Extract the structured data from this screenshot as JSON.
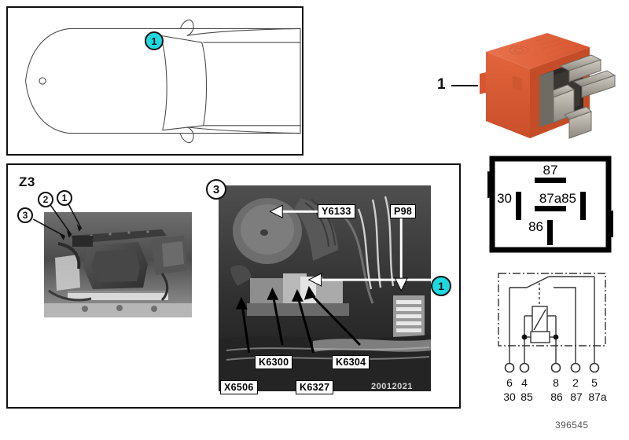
{
  "document": {
    "reference_number": "396545",
    "model_code": "Z3"
  },
  "car_panel": {
    "name": "vehicle-top-view",
    "callout": "1"
  },
  "location_panel": {
    "model_label": "Z3",
    "bay_callouts": [
      "1",
      "2",
      "3"
    ],
    "detail_badge": "3",
    "detail_callout": "1",
    "component_tags": [
      {
        "id": "Y6133"
      },
      {
        "id": "P98"
      },
      {
        "id": "K6300"
      },
      {
        "id": "K6304"
      },
      {
        "id": "X6506"
      },
      {
        "id": "K6327"
      }
    ],
    "date_code": "20012021"
  },
  "relay": {
    "callout": "1",
    "body_color": "#e2643c",
    "terminal_color": "#a9a39a"
  },
  "pin_layout": {
    "terminals": [
      {
        "label": "87",
        "orientation": "horizontal"
      },
      {
        "label": "30",
        "orientation": "vertical"
      },
      {
        "label": "87a",
        "orientation": "horizontal"
      },
      {
        "label": "85",
        "orientation": "vertical"
      },
      {
        "label": "86",
        "orientation": "vertical"
      }
    ]
  },
  "schematic": {
    "pin_numbers": [
      "6",
      "4",
      "8",
      "2",
      "5"
    ],
    "terminal_names": [
      "30",
      "85",
      "86",
      "87",
      "87a"
    ]
  },
  "colors": {
    "accent_teal": "#1fd9e0",
    "outline": "#111111"
  }
}
